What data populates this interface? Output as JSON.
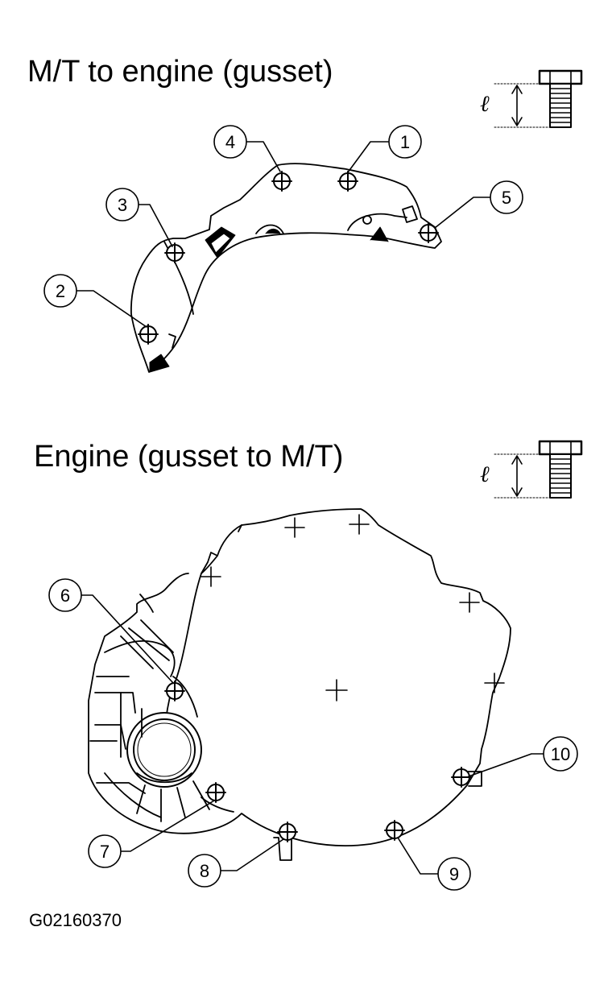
{
  "titles": {
    "top": "M/T to engine (gusset)",
    "bottom": "Engine (gusset to M/T)"
  },
  "bolt_legend": {
    "length_symbol": "ℓ"
  },
  "callouts": {
    "c1": "1",
    "c2": "2",
    "c3": "3",
    "c4": "4",
    "c5": "5",
    "c6": "6",
    "c7": "7",
    "c8": "8",
    "c9": "9",
    "c10": "10"
  },
  "figure_code": "G02160370"
}
